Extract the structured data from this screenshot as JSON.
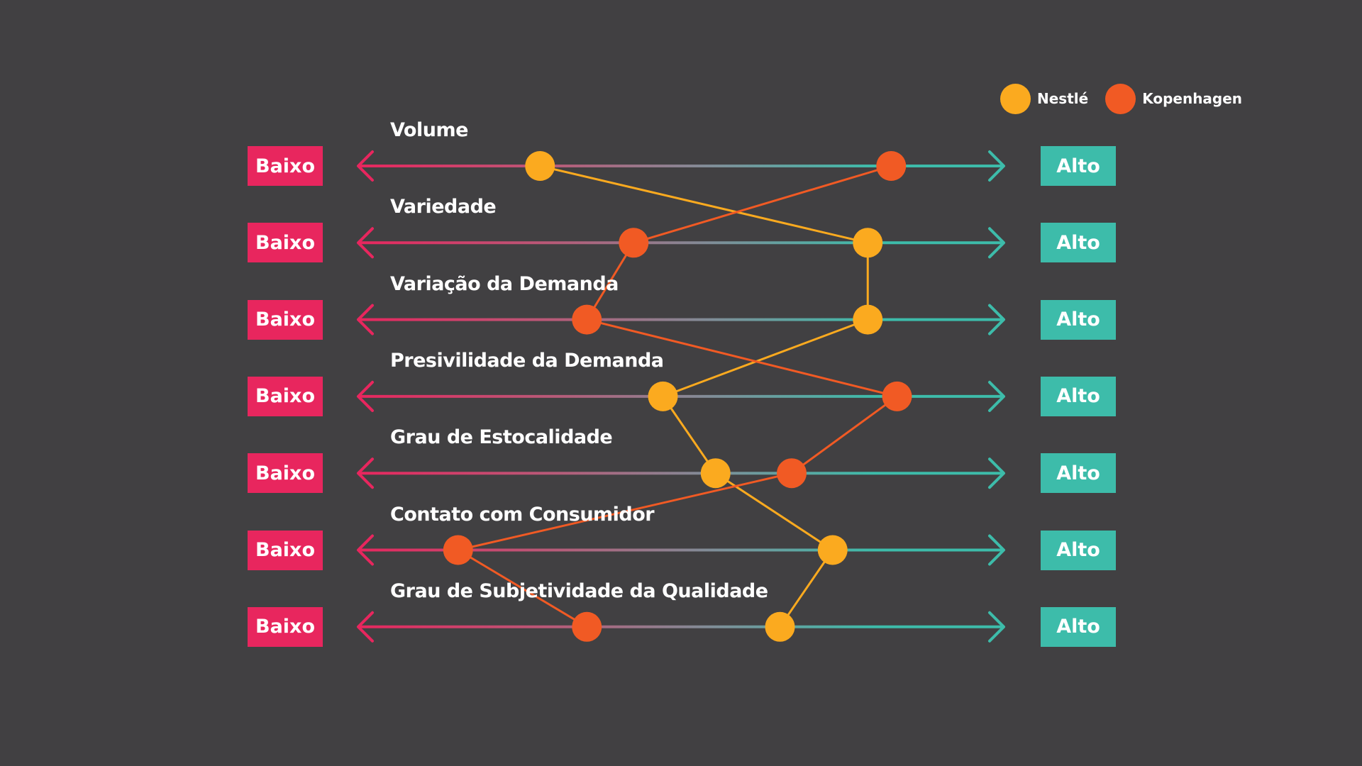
{
  "colors": {
    "background": "#414042",
    "low": "#E8265E",
    "high": "#3DBCAA",
    "nestle": "#FBAA1F",
    "kopenhagen": "#F15A24"
  },
  "legend": [
    {
      "name": "Nestlé",
      "color": "#FBAA1F"
    },
    {
      "name": "Kopenhagen",
      "color": "#F15A24"
    }
  ],
  "chart_data": {
    "type": "line",
    "scale": {
      "low_label": "Baixo",
      "high_label": "Alto",
      "min": 0,
      "max": 10
    },
    "categories": [
      "Volume",
      "Variedade",
      "Variação da Demanda",
      "Presivilidade da Demanda",
      "Grau de Estocalidade",
      "Contato com Consumidor",
      "Grau de Subjetividade da Qualidade"
    ],
    "series": [
      {
        "name": "Nestlé",
        "color": "#FBAA1F",
        "values": [
          2.5,
          8.1,
          8.1,
          4.6,
          5.5,
          7.5,
          6.6
        ]
      },
      {
        "name": "Kopenhagen",
        "color": "#F15A24",
        "values": [
          8.5,
          4.1,
          3.3,
          8.6,
          6.8,
          1.1,
          3.3
        ]
      }
    ],
    "legend_position": "top-right"
  }
}
